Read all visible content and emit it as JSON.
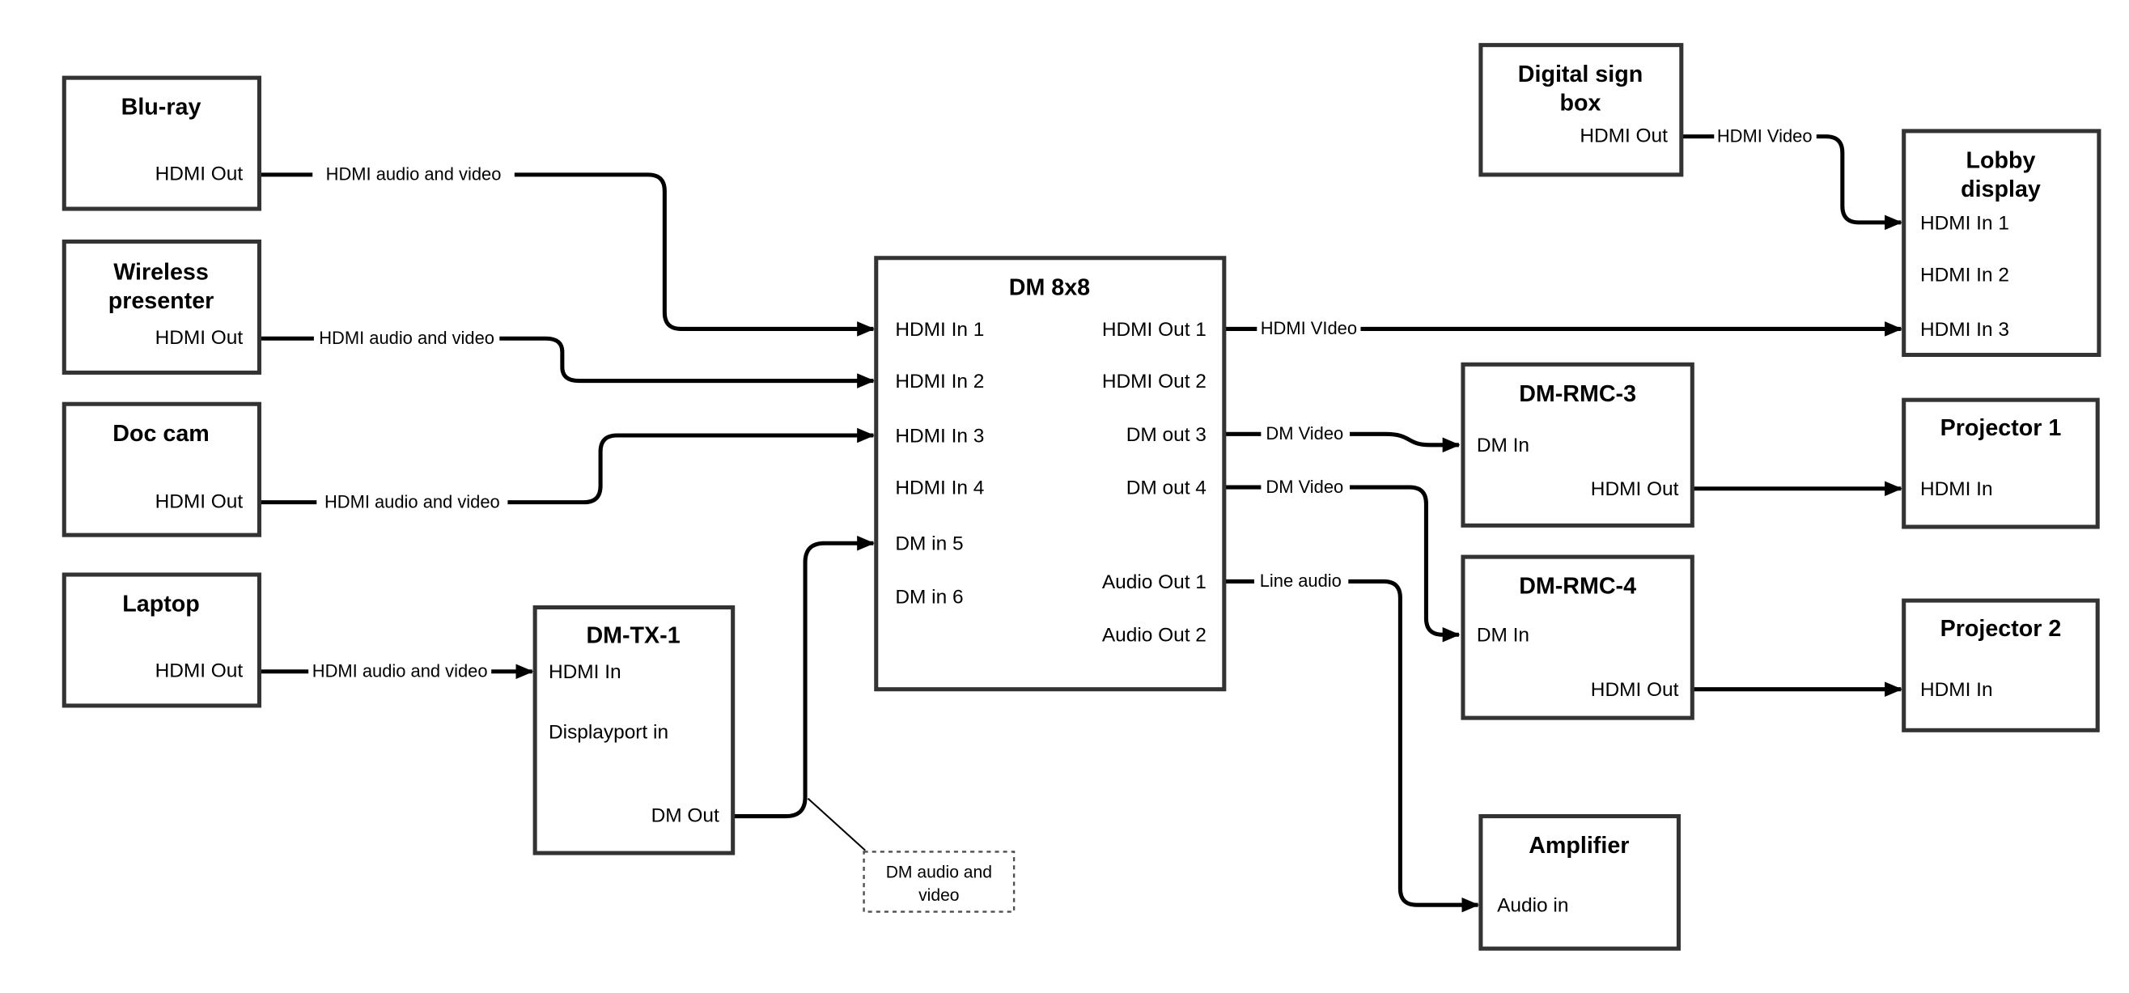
{
  "diagram": {
    "background": "#ffffff",
    "line_color": "#000000",
    "box_border_color": "#333333",
    "nodes": {
      "bluray": {
        "title": "Blu-ray",
        "port_hdmi_out": "HDMI Out"
      },
      "wireless": {
        "title1": "Wireless",
        "title2": "presenter",
        "port_hdmi_out": "HDMI Out"
      },
      "doccam": {
        "title": "Doc cam",
        "port_hdmi_out": "HDMI Out"
      },
      "laptop": {
        "title": "Laptop",
        "port_hdmi_out": "HDMI Out"
      },
      "dmtx1": {
        "title": "DM-TX-1",
        "port_hdmi_in": "HDMI In",
        "port_dp_in": "Displayport in",
        "port_dm_out": "DM Out"
      },
      "dm8x8": {
        "title": "DM 8x8",
        "inputs": [
          "HDMI In 1",
          "HDMI In 2",
          "HDMI In 3",
          "HDMI In 4",
          "DM in 5",
          "DM in 6"
        ],
        "outputs": [
          "HDMI Out 1",
          "HDMI Out 2",
          "DM out 3",
          "DM out 4",
          "Audio Out 1",
          "Audio Out 2"
        ]
      },
      "signbox": {
        "title1": "Digital sign",
        "title2": "box",
        "port_hdmi_out": "HDMI Out"
      },
      "lobby": {
        "title1": "Lobby",
        "title2": "display",
        "inputs": [
          "HDMI In 1",
          "HDMI In 2",
          "HDMI In 3"
        ]
      },
      "rmc3": {
        "title": "DM-RMC-3",
        "port_dm_in": "DM In",
        "port_hdmi_out": "HDMI Out"
      },
      "proj1": {
        "title": "Projector 1",
        "port_hdmi_in": "HDMI In"
      },
      "rmc4": {
        "title": "DM-RMC-4",
        "port_dm_in": "DM In",
        "port_hdmi_out": "HDMI Out"
      },
      "proj2": {
        "title": "Projector 2",
        "port_hdmi_in": "HDMI In"
      },
      "amp": {
        "title": "Amplifier",
        "port_audio_in": "Audio in"
      }
    },
    "edges": {
      "bluray_label": "HDMI audio and video",
      "wireless_label": "HDMI audio and video",
      "doccam_label": "HDMI audio and video",
      "laptop_label": "HDMI audio and video",
      "hdmi_out1_label": "HDMI VIdeo",
      "dm_out3_label": "DM Video",
      "dm_out4_label": "DM Video",
      "audio_out1_label": "Line audio",
      "signbox_label": "HDMI Video"
    },
    "annotation": {
      "line1": "DM audio and",
      "line2": "video"
    }
  }
}
